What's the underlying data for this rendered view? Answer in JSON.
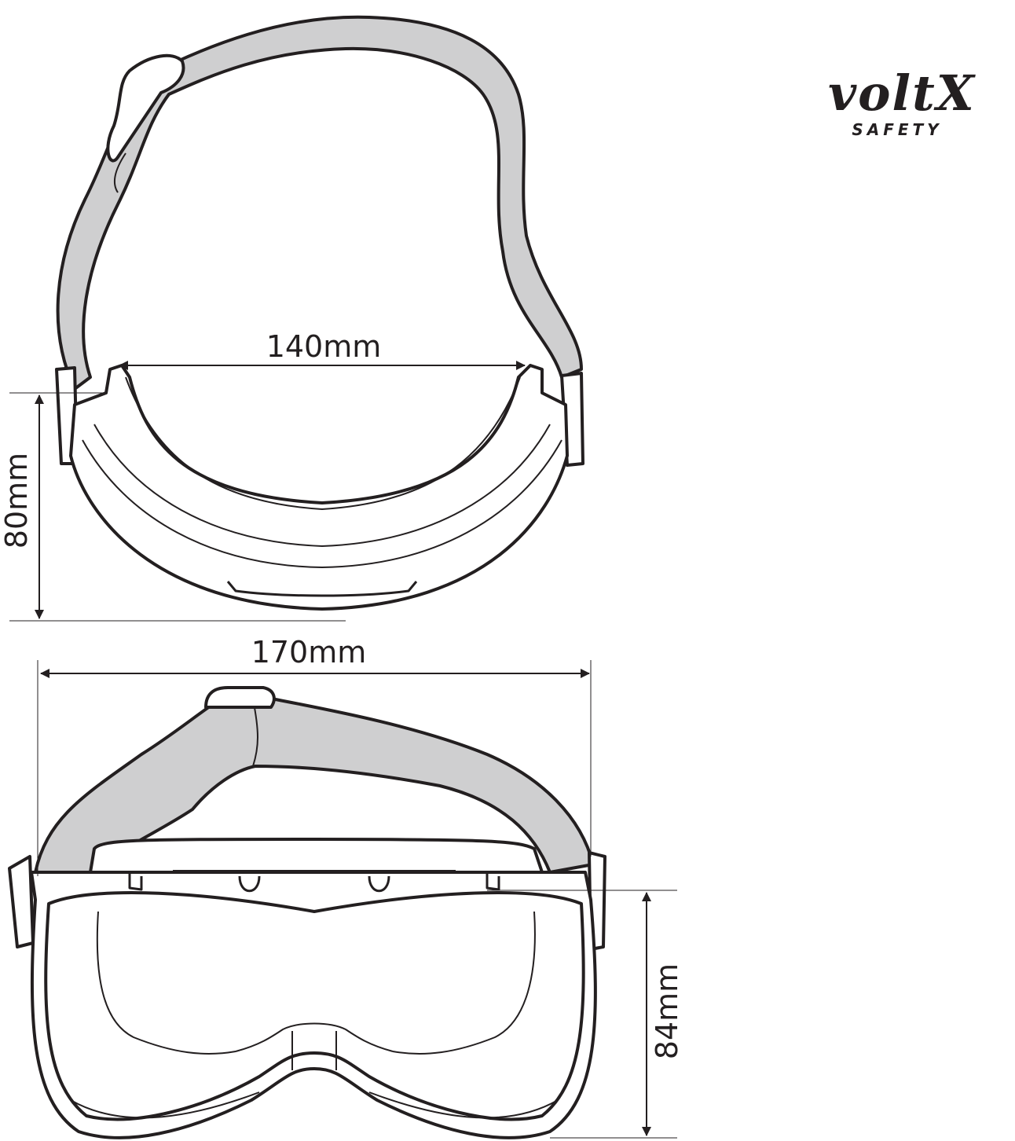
{
  "logo": {
    "brand": "voltX",
    "tagline": "SAFETY"
  },
  "top_view": {
    "width_label": "140mm",
    "depth_label": "80mm"
  },
  "front_view": {
    "width_label": "170mm",
    "height_label": "84mm"
  },
  "colors": {
    "strap": "#cfcfd0",
    "outline": "#231f20",
    "background": "#ffffff"
  }
}
